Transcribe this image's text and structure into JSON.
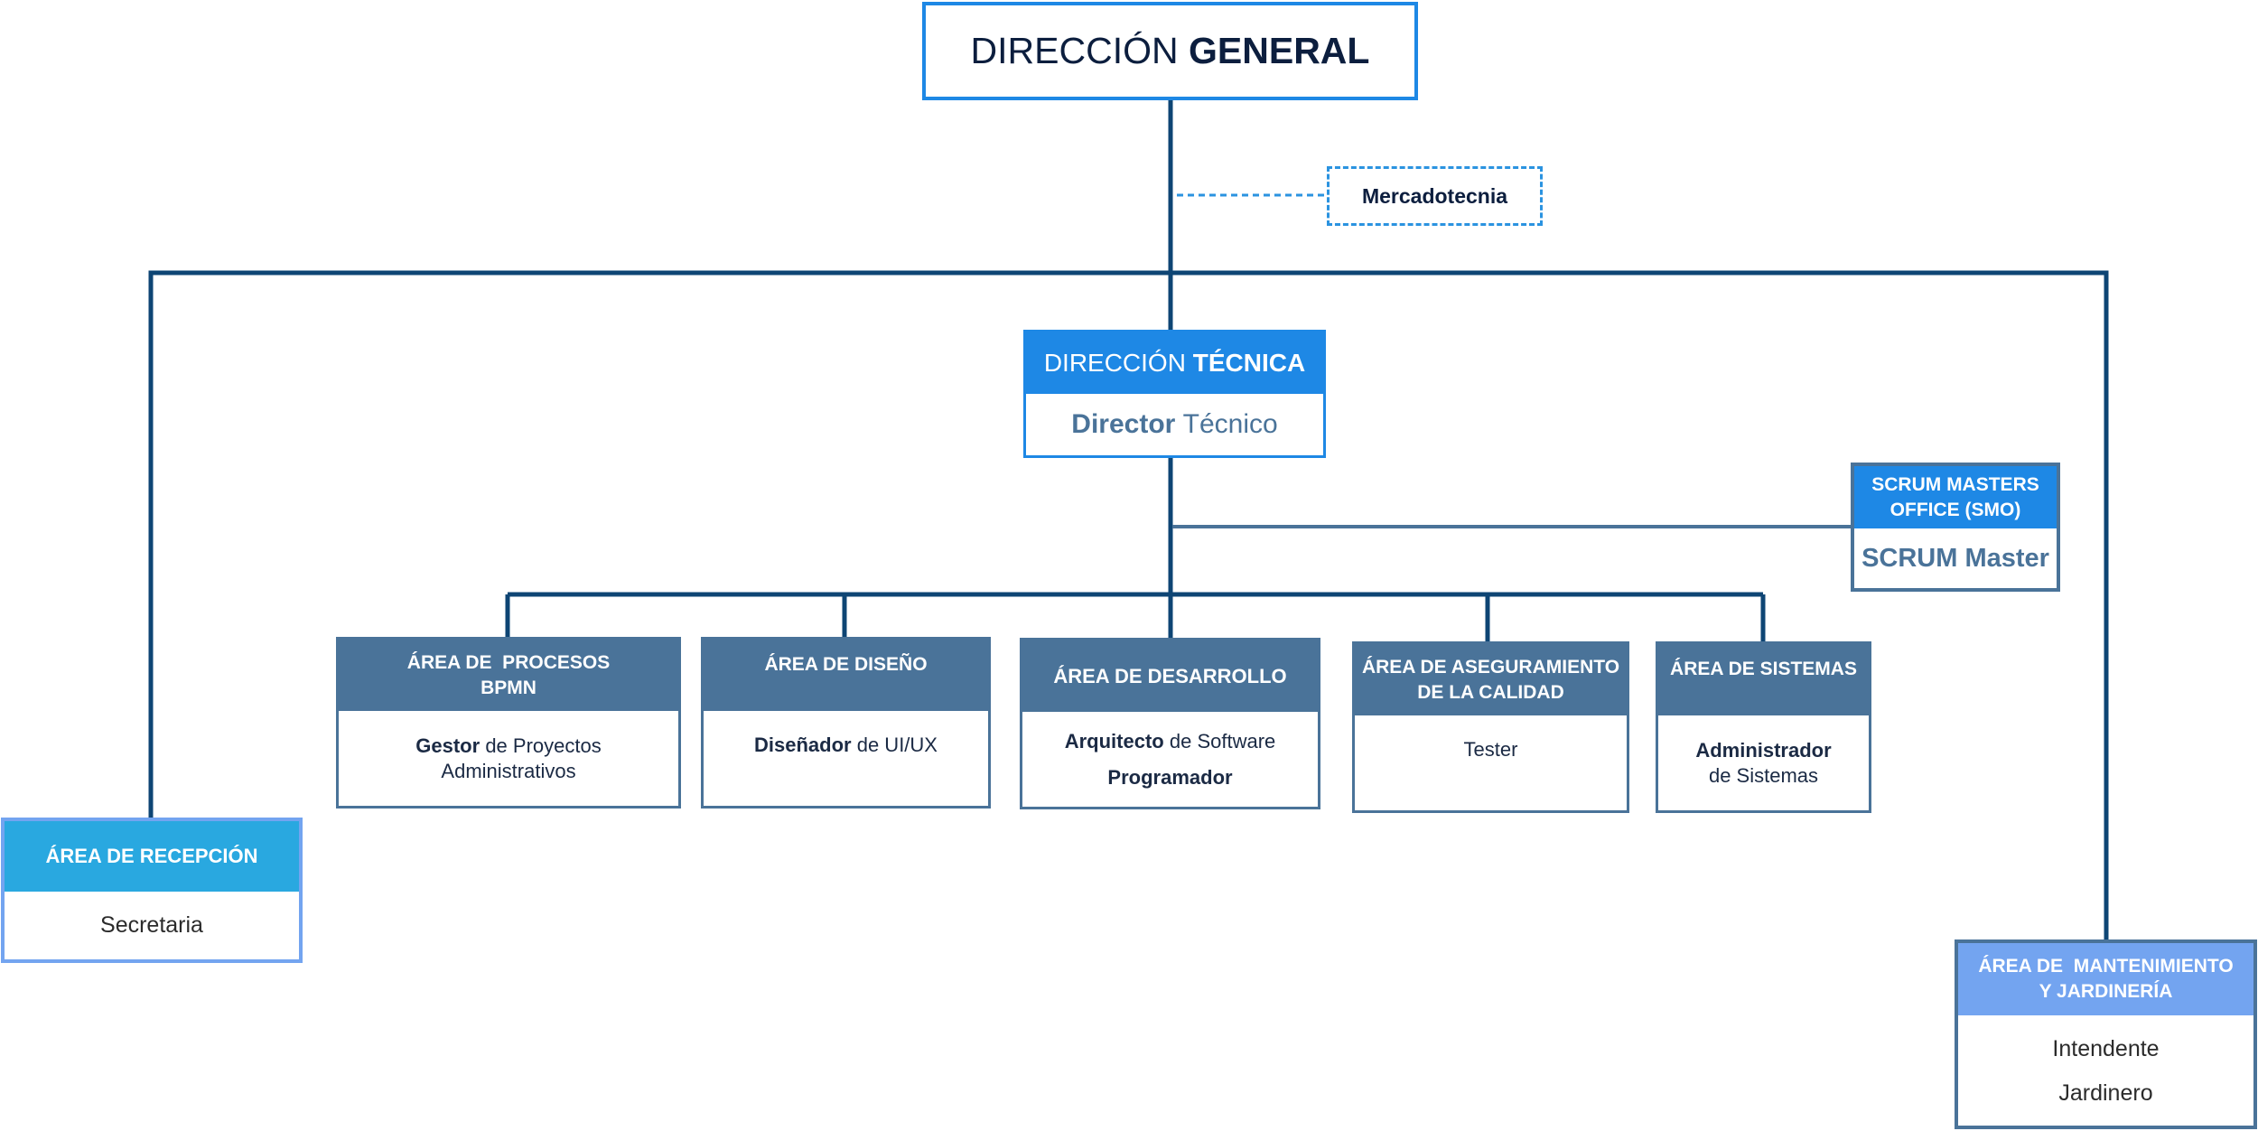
{
  "direccion_general": {
    "prefix": "DIRECCIÓN",
    "strong": "GENERAL"
  },
  "mercadotecnia": "Mercadotecnia",
  "direccion_tecnica": {
    "prefix": "DIRECCIÓN",
    "strong": "TÉCNICA",
    "role_strong": "Director",
    "role_rest": "Técnico"
  },
  "smo": {
    "header_line1": "SCRUM MASTERS",
    "header_line2": "OFFICE (SMO)",
    "role": "SCRUM Master"
  },
  "areas": [
    {
      "header_line1": "ÁREA DE  PROCESOS",
      "header_line2": "BPMN",
      "body_strong": "Gestor",
      "body_rest": "de Proyectos",
      "body_line2": "Administrativos"
    },
    {
      "header_line1": "ÁREA DE DISEÑO",
      "body_strong": "Diseñador",
      "body_rest": "de UI/UX"
    },
    {
      "header_line1": "ÁREA DE DESARROLLO",
      "body_strong": "Arquitecto",
      "body_rest": "de Software",
      "body_line2": "Programador"
    },
    {
      "header_line1": "ÁREA DE ASEGURAMIENTO",
      "header_line2": "DE LA CALIDAD",
      "body": "Tester"
    },
    {
      "header_line1": "ÁREA DE SISTEMAS",
      "body_strong": "Administrador",
      "body_line2": "de Sistemas"
    }
  ],
  "recepcion": {
    "header": "ÁREA DE RECEPCIÓN",
    "role": "Secretaria"
  },
  "mantenimiento": {
    "header_line1": "ÁREA DE  MANTENIMIENTO",
    "header_line2": "Y JARDINERÍA",
    "role1": "Intendente",
    "role2": "Jardinero"
  },
  "colors": {
    "line_dark": "#0e4574",
    "line_mid": "#4a7399",
    "blue": "#1e88e5",
    "light_blue": "#29a8e0",
    "periwinkle": "#73a4f0",
    "dotted": "#2b93e0",
    "navy_text": "#0c1e3e"
  }
}
